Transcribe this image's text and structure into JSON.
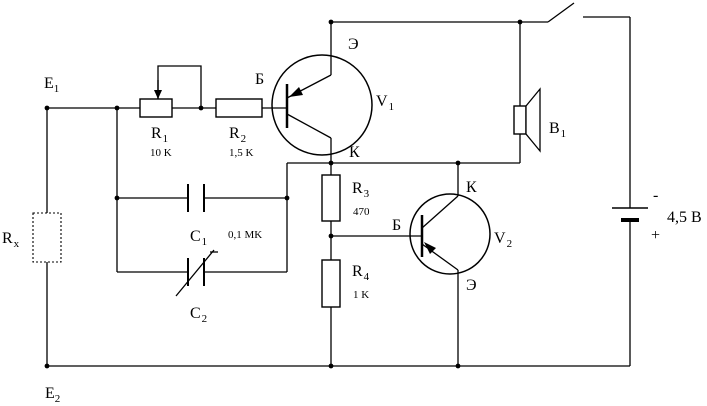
{
  "labels": {
    "e1": {
      "main": "E",
      "sub": "1"
    },
    "e2": {
      "main": "E",
      "sub": "2"
    },
    "rx": {
      "main": "R",
      "sub": "x"
    },
    "r1": {
      "main": "R",
      "sub": "1",
      "value": "10 K"
    },
    "r2": {
      "main": "R",
      "sub": "2",
      "value": "1,5 K"
    },
    "r3": {
      "main": "R",
      "sub": "3",
      "value": "470"
    },
    "r4": {
      "main": "R",
      "sub": "4",
      "value": "1 K"
    },
    "c1": {
      "main": "C",
      "sub": "1",
      "value": "0,1 MK"
    },
    "c2": {
      "main": "C",
      "sub": "2"
    },
    "v1": {
      "main": "V",
      "sub": "1",
      "emitter": "Э",
      "base": "Б",
      "collector": "К"
    },
    "v2": {
      "main": "V",
      "sub": "2",
      "emitter": "Э",
      "base": "Б",
      "collector": "К"
    },
    "b1": {
      "main": "B",
      "sub": "1"
    },
    "battery": {
      "voltage": "4,5 В",
      "minus": "-",
      "plus": "+"
    }
  }
}
